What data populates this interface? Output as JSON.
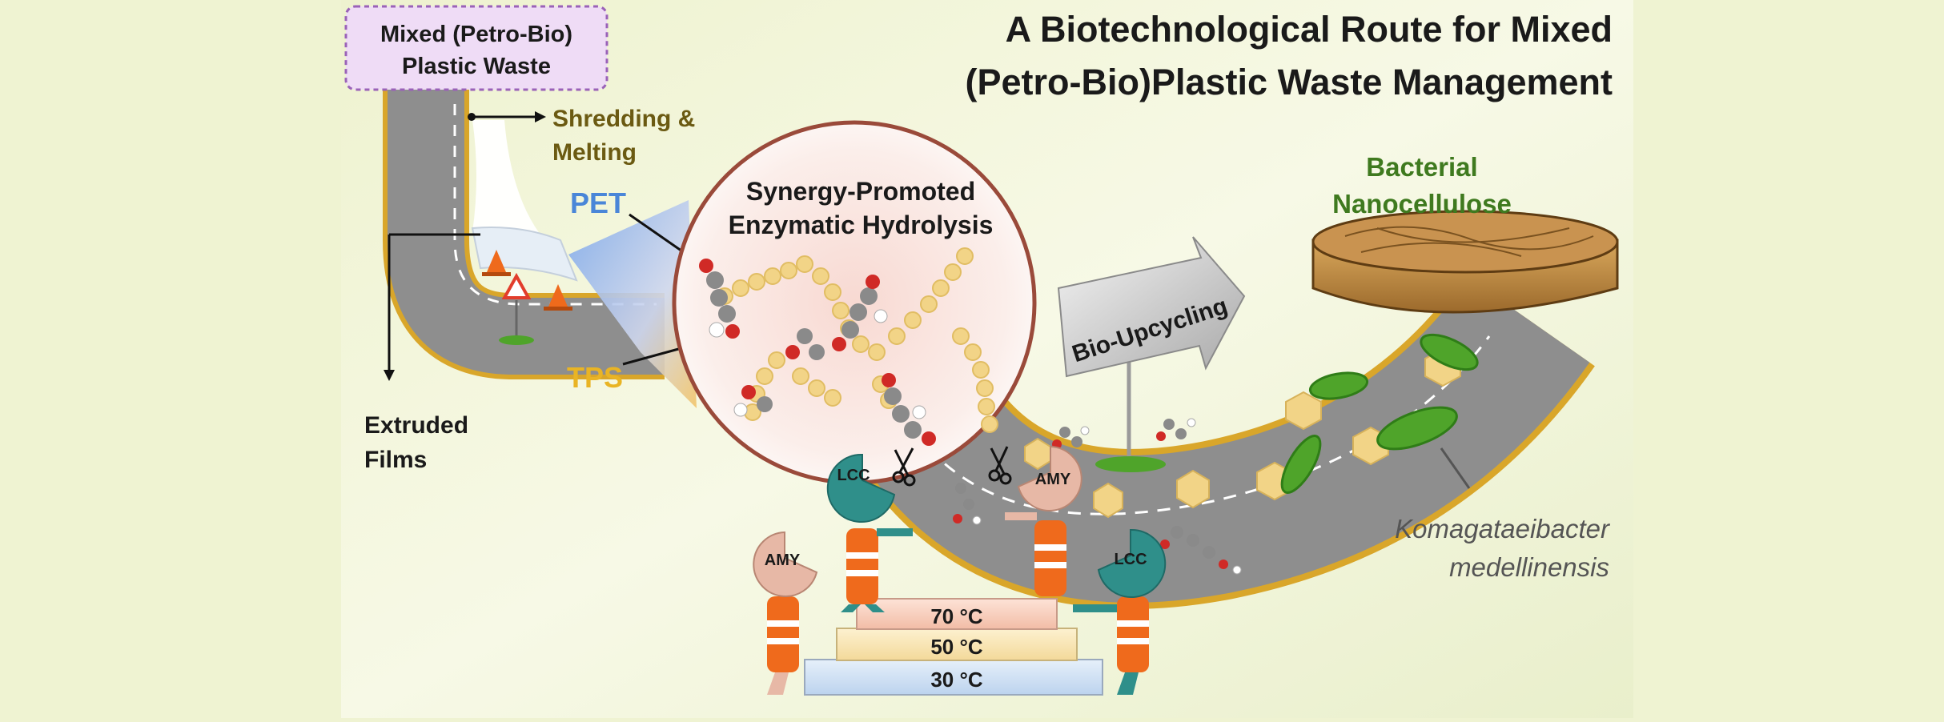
{
  "title": {
    "line1": "A Biotechnological Route for Mixed",
    "line2": "(Petro-Bio)Plastic Waste Management"
  },
  "source_box": {
    "line1": "Mixed (Petro-Bio)",
    "line2": "Plastic Waste"
  },
  "steps": {
    "shredding_line1": "Shredding &",
    "shredding_line2": "Melting",
    "extruded_line1": "Extruded",
    "extruded_line2": "Films"
  },
  "polymers": {
    "pet": "PET",
    "tps": "TPS"
  },
  "zoom_circle": {
    "line1": "Synergy-Promoted",
    "line2": "Enzymatic Hydrolysis"
  },
  "upcycling_sign": "Bio-Upcycling",
  "product": {
    "line1": "Bacterial",
    "line2": "Nanocellulose"
  },
  "organism": {
    "line1": "Komagataeibacter",
    "line2": "medellinensis"
  },
  "enzymes": {
    "lcc_top": "LCC",
    "amy_top": "AMY",
    "amy_left": "AMY",
    "lcc_right": "LCC"
  },
  "temperatures": {
    "t70": "70 °C",
    "t50": "50 °C",
    "t30": "30 °C"
  },
  "colors": {
    "background": "#eff3d2",
    "panel": "#f6f9e4",
    "title": "#1a1a1a",
    "pet_blue": "#4a86d8",
    "tps_yellow": "#e9b424",
    "step_yellow": "#6b5a12",
    "product_green": "#3f7a1f",
    "road": "#8e8e8e",
    "road_edge": "#d9a62a",
    "zoom_border": "#9a4a3a",
    "enzyme_teal": "#2f8f8a",
    "enzyme_pink": "#e7b8a6",
    "worker_vest": "#ef6a1c",
    "nanocellulose": "#b88440",
    "bacteria": "#4fa42a",
    "hexagon": "#f2d487"
  },
  "icons": [
    "traffic-cone-icon",
    "warning-triangle-icon",
    "scissors-icon",
    "arrow-sign-icon",
    "bacterium-icon",
    "hexagon-glucose-icon",
    "molecule-icon"
  ]
}
